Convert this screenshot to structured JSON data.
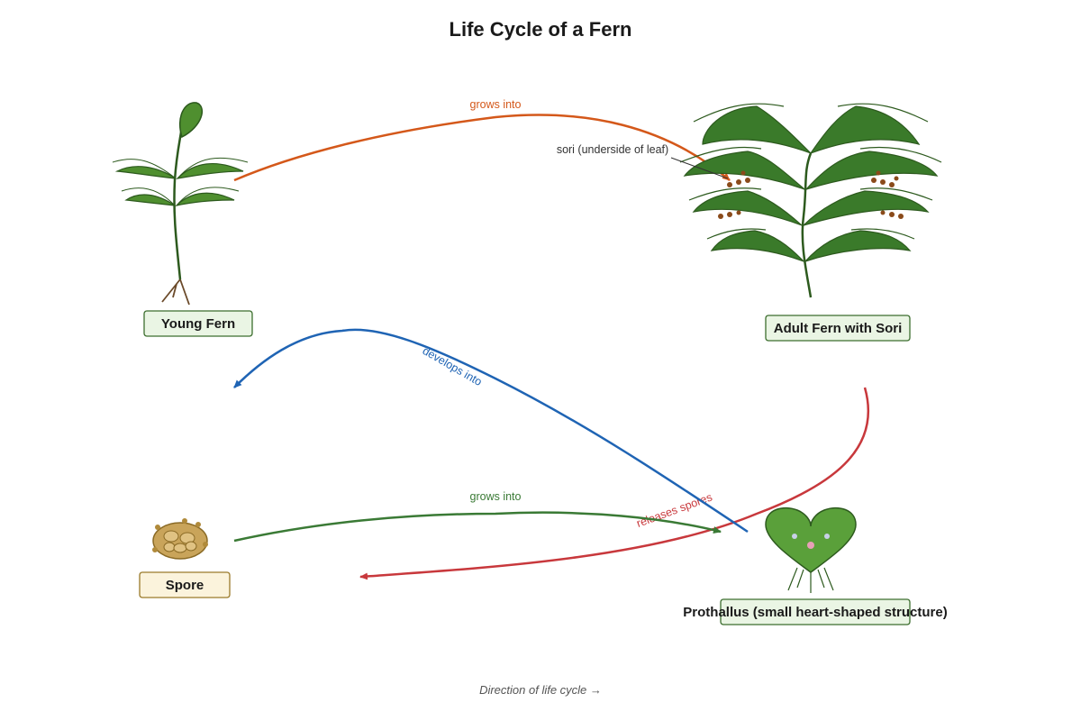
{
  "title": "Life Cycle of a Fern",
  "nodes": {
    "young_fern": {
      "label": "Young Fern"
    },
    "adult_fern": {
      "label": "Adult Fern with Sori"
    },
    "spore": {
      "label": "Spore"
    },
    "prothallus": {
      "label": "Prothallus (small heart-shaped structure)"
    }
  },
  "edges": {
    "young_to_adult": {
      "label": "grows into",
      "color": "#d4581a"
    },
    "adult_to_spore": {
      "label": "releases spores",
      "color": "#c8383c"
    },
    "spore_to_prothallus": {
      "label": "grows into",
      "color": "#3a7a35"
    },
    "prothallus_to_young": {
      "label": "develops into",
      "color": "#1f64b4"
    }
  },
  "annotation": {
    "sori_note": "sori (underside of leaf)"
  },
  "footer": {
    "caption": "Direction of life cycle →"
  },
  "colors": {
    "leaf": "#3a7a2a",
    "leaf_light": "#4f8f2f",
    "root": "#6b4a2a",
    "sori": "#8a4a1a",
    "spore_fill": "#c9a45a",
    "green_box_fill": "#eaf5e4",
    "green_box_stroke": "#3c6e2e",
    "tan_box_fill": "#fbf3dc",
    "tan_box_stroke": "#9a7a2a"
  }
}
